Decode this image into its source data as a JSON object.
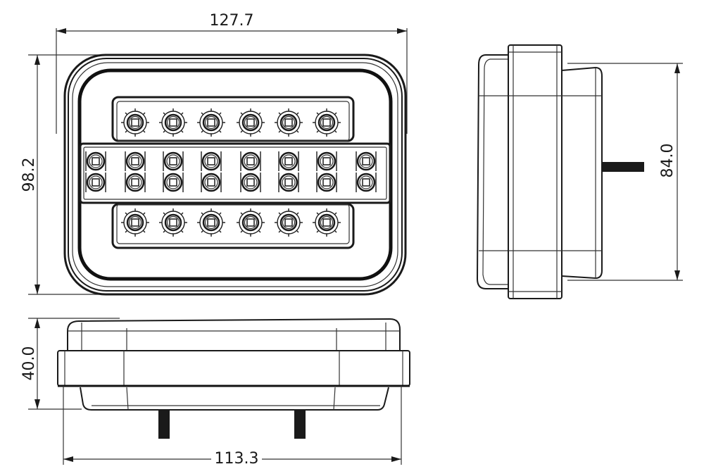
{
  "drawing": {
    "title": "LED combination lamp technical drawing",
    "line_color": "#1a1a1a",
    "background": "#ffffff"
  },
  "dimensions": {
    "front_width": "127.7",
    "front_height": "98.2",
    "side_height": "84.0",
    "bottom_depth": "40.0",
    "bottom_width": "113.3"
  },
  "views": {
    "front": {
      "led_rows": [
        {
          "name": "upper-row",
          "count": 6
        },
        {
          "name": "middle-row-top",
          "count": 8
        },
        {
          "name": "middle-row-bottom",
          "count": 8
        },
        {
          "name": "lower-row",
          "count": 6
        }
      ]
    },
    "side": {
      "connector": "cable-stub"
    },
    "bottom": {
      "connectors": 2
    }
  }
}
